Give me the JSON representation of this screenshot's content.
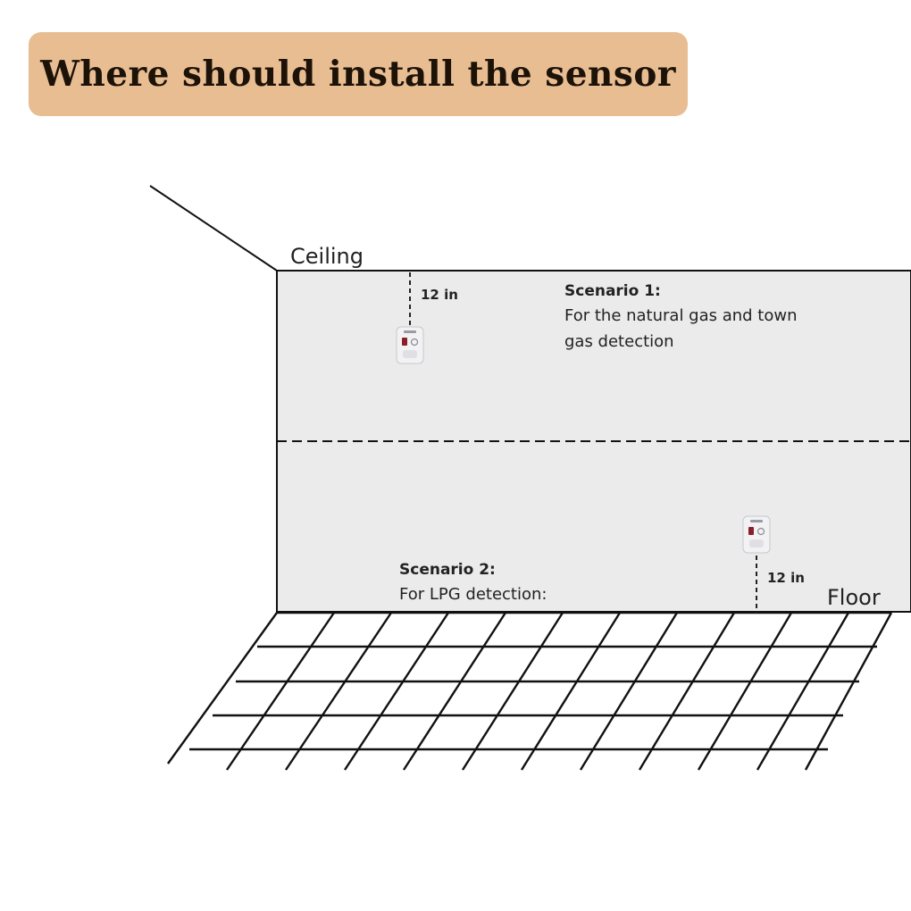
{
  "title": "Where should install the sensor",
  "ceiling_label": "Ceiling",
  "floor_label": "Floor",
  "scenario1": {
    "heading": "Scenario 1:",
    "line1": "For the natural gas and town",
    "line2": "gas detection",
    "distance": "12 in"
  },
  "scenario2": {
    "heading": "Scenario 2:",
    "line1": "For LPG detection:",
    "distance": "12 in"
  },
  "colors": {
    "banner": "#e8bd92",
    "wall": "#ebebeb",
    "line": "#111111"
  }
}
